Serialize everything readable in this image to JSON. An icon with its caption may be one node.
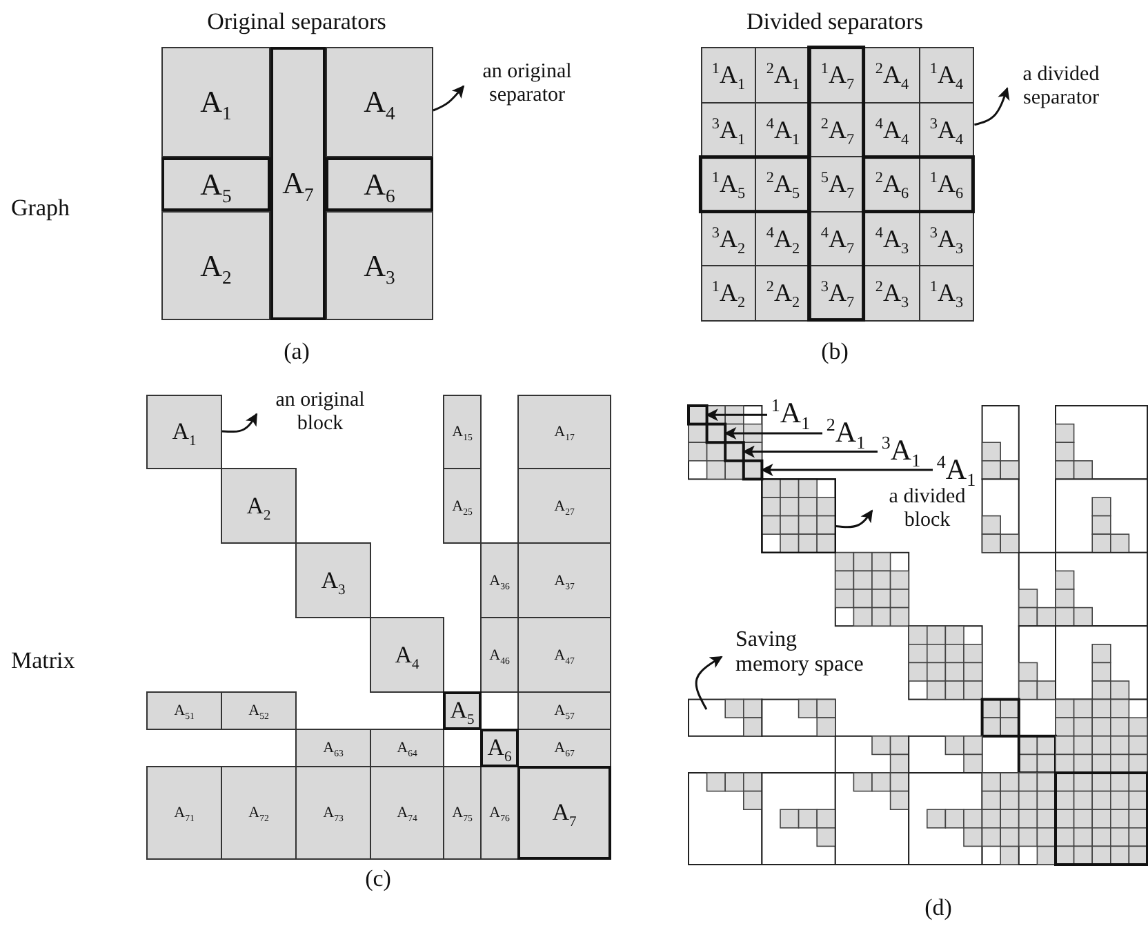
{
  "diagram": {
    "nodes": [
      {
        "text": [
          "A$_{1}$"
        ]
      },
      {
        "text": [
          "A$_{4}$"
        ]
      },
      {
        "text": [
          "A$_{5}$"
        ]
      },
      {
        "text": [
          "A$_{7}$"
        ]
      },
      {
        "text": [
          "A$_{6}$"
        ]
      },
      {
        "text": [
          "A$_{2}$"
        ]
      },
      {
        "text": [
          "A$_{3}$"
        ]
      },
      {
        "text": [
          "an original separator"
        ]
      },
      {
        "text": [
          "$^{1}$A$_{1}$"
        ]
      },
      {
        "text": [
          "$^{2}$A$_{1}$"
        ]
      },
      {
        "text": [
          "$^{1}$A$_{7}$"
        ]
      },
      {
        "text": [
          "$^{2}$A$_{4}$"
        ]
      },
      {
        "text": [
          "$^{1}$A$_{4}$"
        ]
      },
      {
        "text": [
          "$^{3}$A$_{1}$"
        ]
      },
      {
        "text": [
          "$^{4}$A$_{1}$"
        ]
      },
      {
        "text": [
          "$^{2}$A$_{7}$"
        ]
      },
      {
        "text": [
          "$^{4}$A$_{4}$"
        ]
      },
      {
        "text": [
          "$^{3}$A$_{4}$"
        ]
      },
      {
        "text": [
          "$^{1}$A$_{5}$"
        ]
      },
      {
        "text": [
          "$^{2}$A$_{5}$"
        ]
      },
      {
        "text": [
          "$^{5}$A$_{7}$"
        ]
      },
      {
        "text": [
          "$^{2}$A$_{6}$"
        ]
      },
      {
        "text": [
          "$^{1}$A$_{6}$"
        ]
      },
      {
        "text": [
          "$^{3}$A$_{2}$"
        ]
      },
      {
        "text": [
          "$^{4}$A$_{2}$"
        ]
      },
      {
        "text": [
          "$^{4}$A$_{7}$"
        ]
      },
      {
        "text": [
          "$^{4}$A$_{3}$"
        ]
      },
      {
        "text": [
          "$^{3}$A$_{3}$"
        ]
      },
      {
        "text": [
          "$^{1}$A$_{2}$"
        ]
      },
      {
        "text": [
          "$^{2}$A$_{2}$"
        ]
      },
      {
        "text": [
          "$^{3}$A$_{7}$"
        ]
      },
      {
        "text": [
          "$^{2}$A$_{3}$"
        ]
      },
      {
        "text": [
          "$^{1}$A$_{3}$"
        ]
      },
      {
        "text": [
          "a divided separator"
        ]
      },
      {
        "text": [
          "A$_{1}$"
        ]
      },
      {
        "text": [
          "A$_{15}$"
        ]
      },
      {
        "text": [
          "A$_{17}$"
        ]
      },
      {
        "text": [
          "A$_{2}$"
        ]
      },
      {
        "text": [
          "A$_{25}$"
        ]
      },
      {
        "text": [
          "A$_{27}$"
        ]
      },
      {
        "text": [
          "A$_{3}$"
        ]
      },
      {
        "text": [
          "A$_{36}$"
        ]
      },
      {
        "text": [
          "A$_{37}$"
        ]
      },
      {
        "text": [
          "A$_{4}$"
        ]
      },
      {
        "text": [
          "A$_{46}$"
        ]
      },
      {
        "text": [
          "A$_{47}$"
        ]
      },
      {
        "text": [
          "A$_{51}$"
        ]
      },
      {
        "text": [
          "A$_{52}$"
        ]
      },
      {
        "text": [
          "A$_{5}$"
        ]
      },
      {
        "text": [
          "A$_{57}$"
        ]
      },
      {
        "text": [
          "A$_{63}$"
        ]
      },
      {
        "text": [
          "A$_{64}$"
        ]
      },
      {
        "text": [
          "A$_{6}$"
        ]
      },
      {
        "text": [
          "A$_{67}$"
        ]
      },
      {
        "text": [
          "A$_{71}$"
        ]
      },
      {
        "text": [
          "A$_{72}$"
        ]
      },
      {
        "text": [
          "A$_{73}$"
        ]
      },
      {
        "text": [
          "A$_{74}$"
        ]
      },
      {
        "text": [
          "A$_{75}$"
        ]
      },
      {
        "text": [
          "A$_{76}$"
        ]
      },
      {
        "text": [
          "A$_{7}$"
        ]
      },
      {
        "text": [
          "an original block"
        ]
      },
      {
        "text": [
          "$^{1}$A$_{1}$"
        ]
      },
      {
        "text": [
          "$^{2}$A$_{1}$"
        ]
      },
      {
        "text": [
          "$^{3}$A$_{1}$"
        ]
      },
      {
        "text": [
          "$^{4}$A$_{1}$"
        ]
      },
      {
        "text": [],
        "shape": "box"
      },
      {
        "text": [],
        "shape": "box"
      },
      {
        "text": [],
        "shape": "box"
      },
      {
        "text": [],
        "shape": "box"
      },
      {
        "text": [],
        "shape": "box"
      },
      {
        "text": [
          "a divided block"
        ]
      }
    ],
    "edges": [
      {
        "from": 1,
        "to": 7,
        "arrow": "to"
      },
      {
        "from": 17,
        "to": 33,
        "arrow": "to"
      },
      {
        "from": 34,
        "to": 61,
        "arrow": "to"
      },
      {
        "from": 62,
        "to": 66,
        "arrow": "to"
      },
      {
        "from": 63,
        "to": 67,
        "arrow": "to"
      },
      {
        "from": 64,
        "to": 68,
        "arrow": "to"
      },
      {
        "from": 65,
        "to": 69,
        "arrow": "to"
      },
      {
        "from": 70,
        "to": 71,
        "arrow": "to"
      }
    ],
    "labels": [
      "Original separators",
      "Divided separators",
      "Graph",
      "(a)",
      "(b)",
      "Matrix",
      "Saving memory space",
      "(c)",
      "(d)"
    ]
  }
}
